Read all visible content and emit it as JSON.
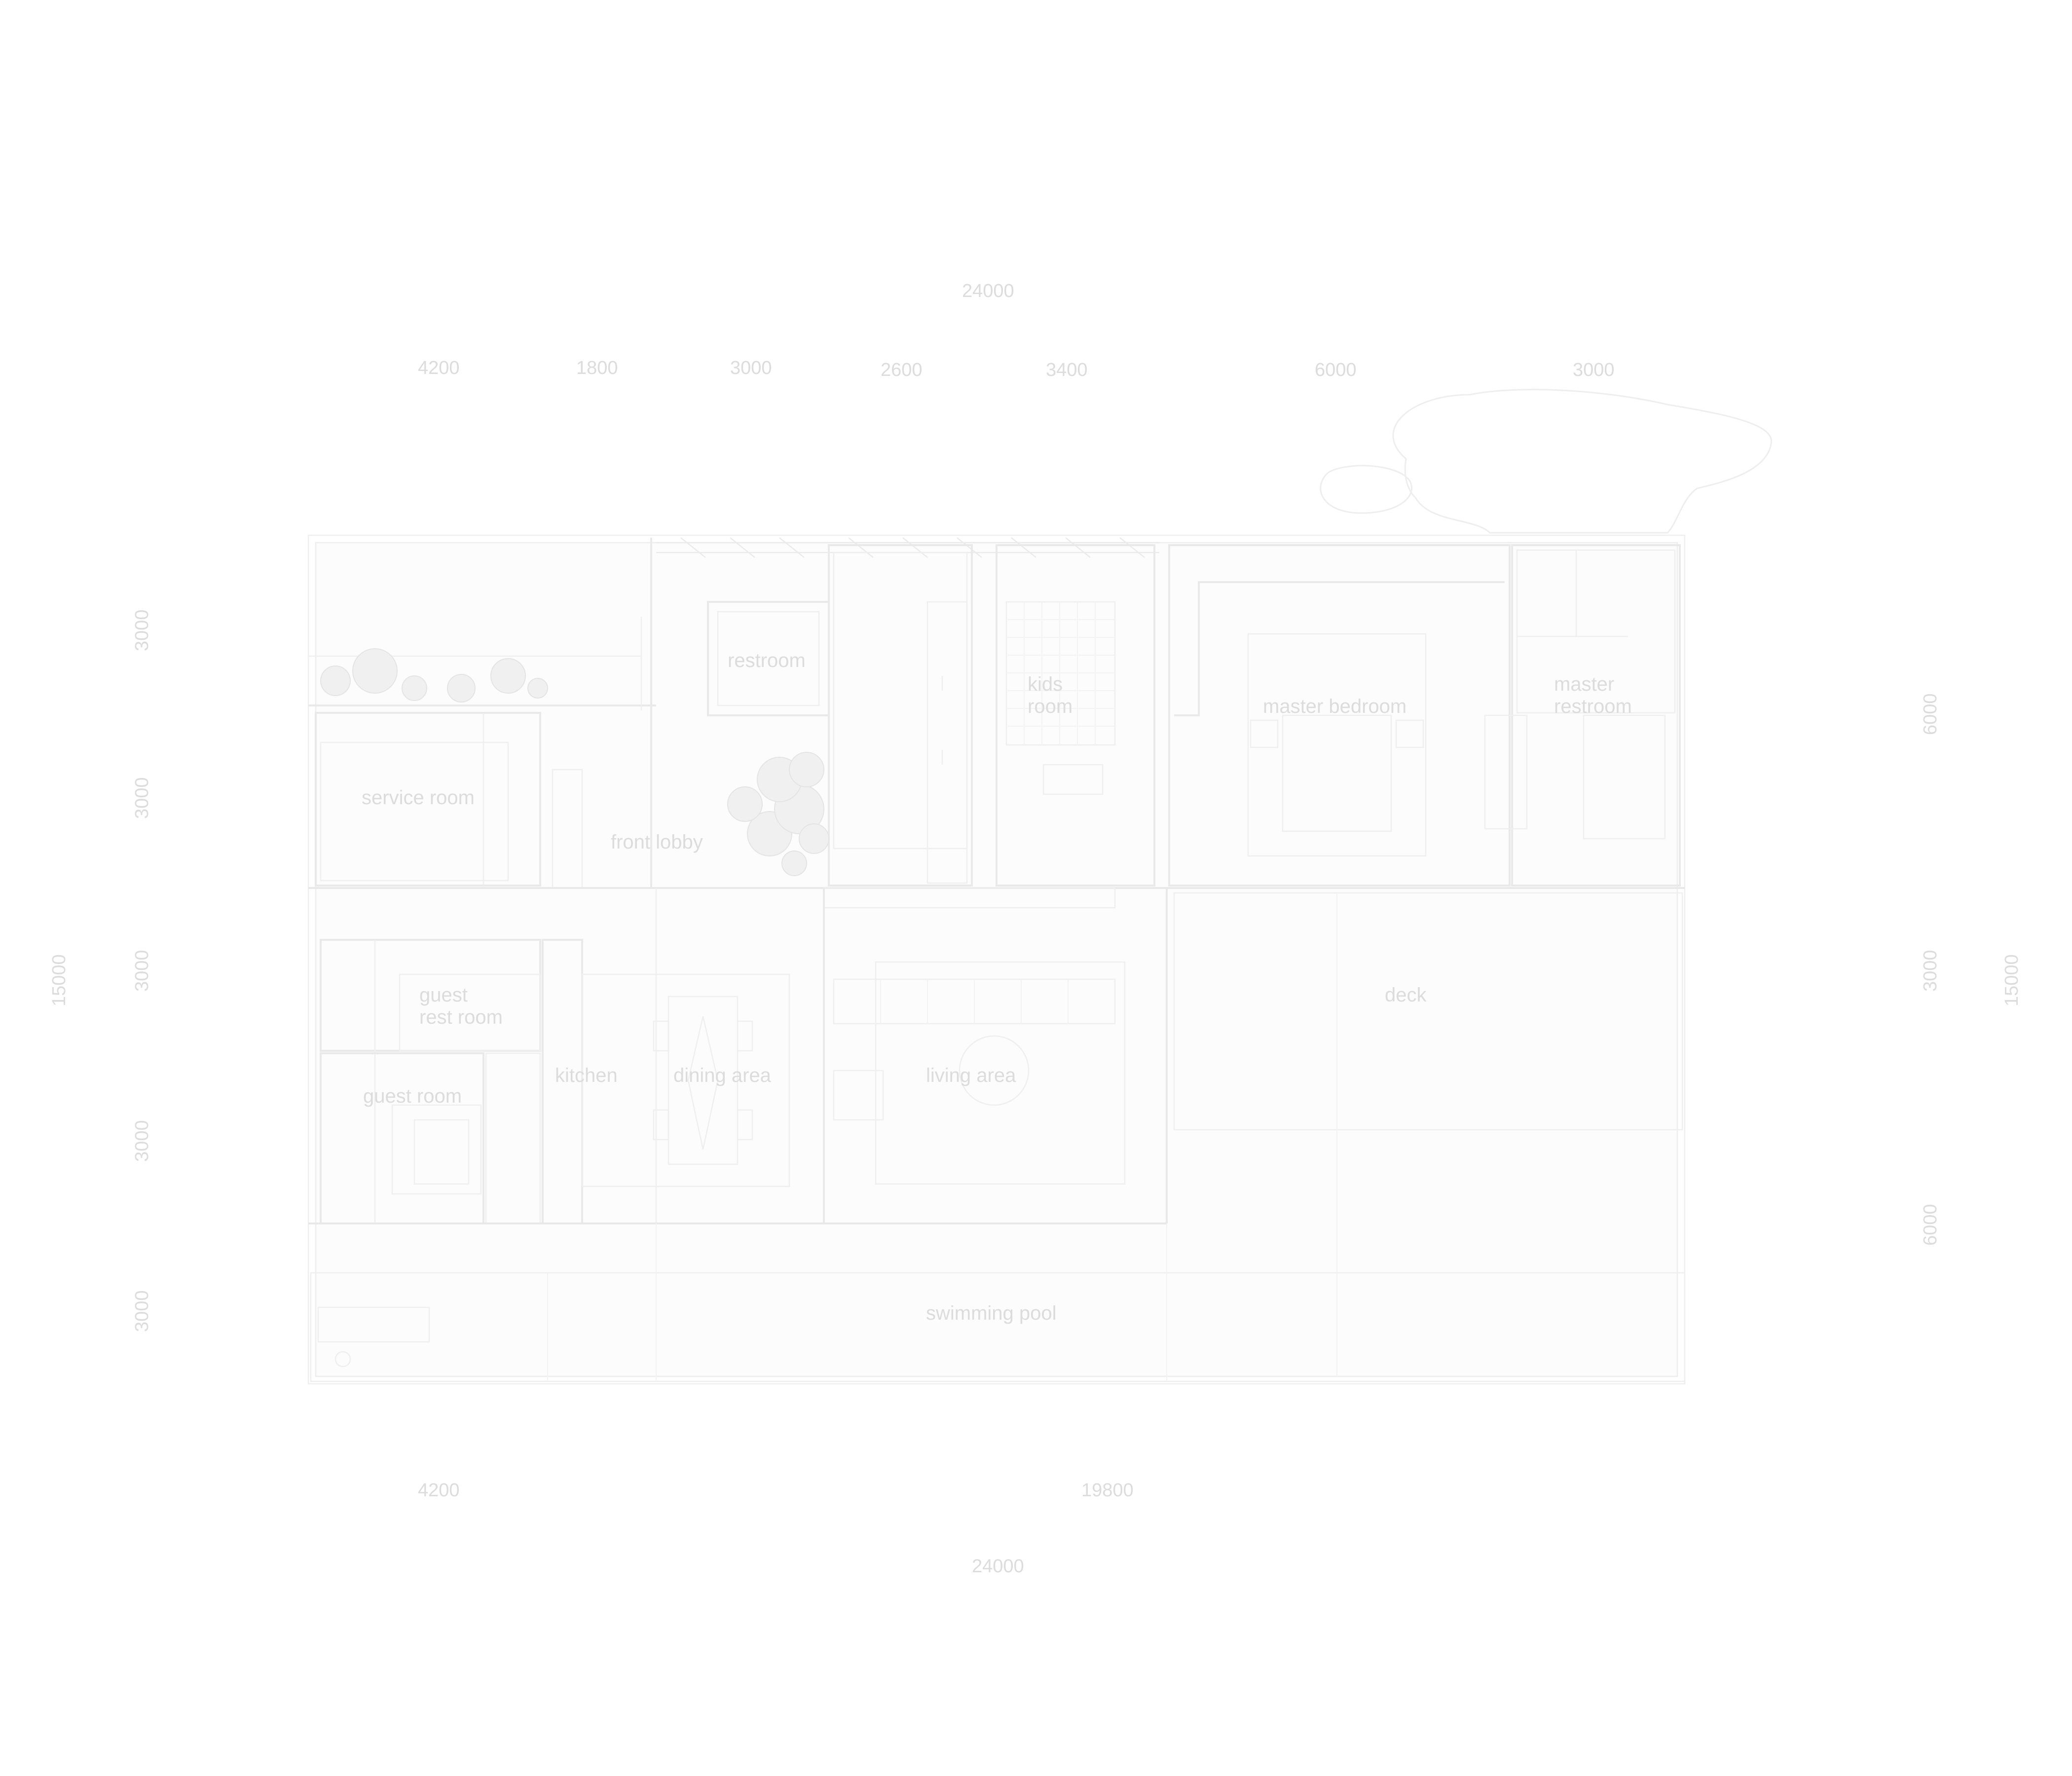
{
  "plan": {
    "rooms": {
      "restroom": "restroom",
      "kids_room_line1": "kids",
      "kids_room_line2": "room",
      "master_bedroom": "master bedroom",
      "master_restroom_line1": "master",
      "master_restroom_line2": "restroom",
      "service_room": "service room",
      "front_lobby": "front lobby",
      "guest_rest_room_line1": "guest",
      "guest_rest_room_line2": "rest room",
      "guest_room": "guest room",
      "kitchen": "kitchen",
      "dining_area": "dining area",
      "living_area": "living area",
      "deck": "deck",
      "swimming_pool": "swimming pool"
    },
    "dimensions": {
      "top_total": "24000",
      "top_segments": [
        "4200",
        "1800",
        "3000",
        "2600",
        "3400",
        "6000",
        "3000"
      ],
      "bottom_segments": [
        "4200",
        "19800"
      ],
      "bottom_total": "24000",
      "left_total": "15000",
      "left_segments": [
        "3000",
        "3000",
        "3000",
        "3000",
        "3000"
      ],
      "right_segments": [
        "6000",
        "3000",
        "6000"
      ],
      "right_total": "15000"
    },
    "colors": {
      "line": "#e9e9e9",
      "text": "#dcdcdc",
      "background": "#ffffff"
    }
  }
}
